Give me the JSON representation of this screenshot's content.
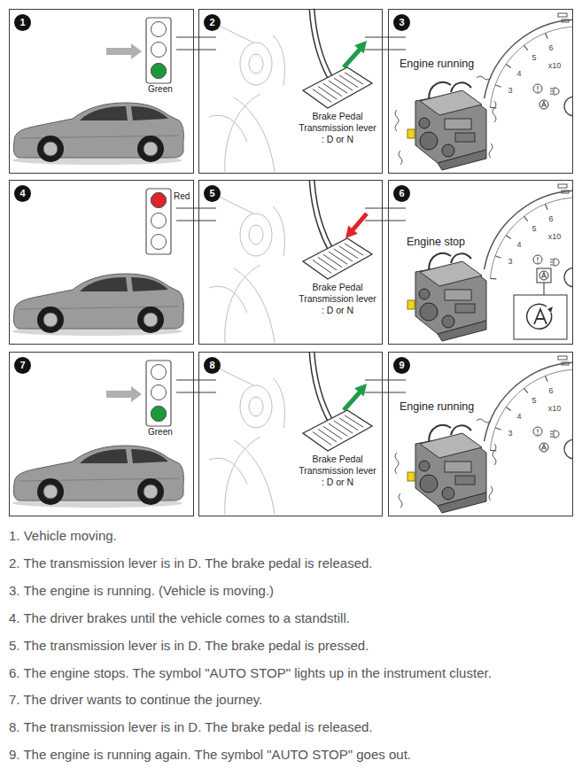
{
  "diagram": {
    "nodes": [
      {
        "text": [
          "1",
          "Green"
        ]
      },
      {
        "text": [
          "2",
          "Brake Pedal Transmission lever : D or N"
        ]
      },
      {
        "text": [
          "3",
          "Engine running"
        ]
      },
      {
        "text": [
          "4",
          "Red"
        ]
      },
      {
        "text": [
          "5",
          "Brake Pedal Transmission lever : D or N"
        ]
      },
      {
        "text": [
          "6",
          "Engine stop"
        ]
      },
      {
        "text": [
          "7",
          "Green"
        ]
      },
      {
        "text": [
          "8",
          "Brake Pedal Transmission lever : D or N"
        ]
      },
      {
        "text": [
          "9",
          "Engine running"
        ]
      }
    ],
    "edges": [
      {
        "from": 0,
        "to": 1,
        "arrow": "none"
      },
      {
        "from": 1,
        "to": 2,
        "arrow": "none"
      },
      {
        "from": 3,
        "to": 4,
        "arrow": "none"
      },
      {
        "from": 4,
        "to": 5,
        "arrow": "none"
      },
      {
        "from": 6,
        "to": 7,
        "arrow": "none"
      },
      {
        "from": 7,
        "to": 8,
        "arrow": "none"
      }
    ],
    "labels": [
      "6",
      "5",
      "4",
      "3",
      "x10",
      "6",
      "5",
      "4",
      "3",
      "x10",
      "6",
      "5",
      "4",
      "3",
      "x10",
      "1. Vehicle moving.",
      "2. The transmission lever is in D. The brake pedal is released.",
      "3. The engine is running. (Vehicle is moving.)",
      "4. The driver brakes until the vehicle comes to a standstill.",
      "5. The transmission lever is in D. The brake pedal is pressed.",
      "6. The engine stops. The symbol \"AUTO STOP\" lights up in the instrument cluster.",
      "7. The driver wants to continue the journey.",
      "8. The transmission lever is in D. The brake pedal is released.",
      "9. The engine is running again. The symbol \"AUTO STOP\" goes out."
    ]
  }
}
